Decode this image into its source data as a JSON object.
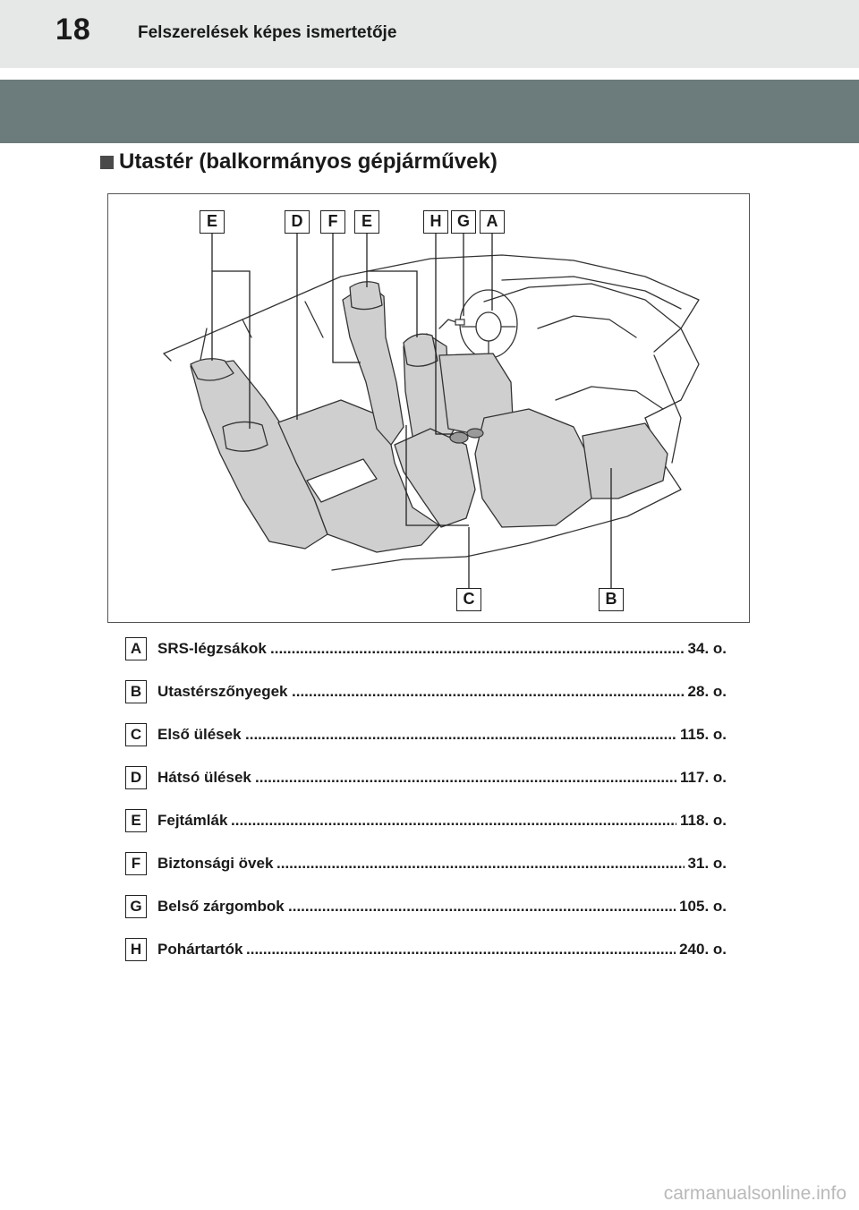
{
  "header": {
    "page_number": "18",
    "running_title": "Felszerelések képes ismertetője"
  },
  "section": {
    "title": "Utastér (balkormányos gépjárművek)"
  },
  "diagram": {
    "callouts_top": [
      "E",
      "D",
      "F",
      "E",
      "H",
      "G",
      "A"
    ],
    "callouts_bottom": [
      "C",
      "B"
    ]
  },
  "items": [
    {
      "letter": "A",
      "label": "SRS-légzsákok",
      "page": "34. o."
    },
    {
      "letter": "B",
      "label": "Utastérszőnyegek",
      "page": "28. o."
    },
    {
      "letter": "C",
      "label": "Első ülések",
      "page": "115. o."
    },
    {
      "letter": "D",
      "label": "Hátsó ülések",
      "page": "117. o."
    },
    {
      "letter": "E",
      "label": "Fejtámlák",
      "page": "118. o."
    },
    {
      "letter": "F",
      "label": "Biztonsági övek",
      "page": "31. o."
    },
    {
      "letter": "G",
      "label": "Belső zárgombok",
      "page": "105. o."
    },
    {
      "letter": "H",
      "label": "Pohártartók",
      "page": "240. o."
    }
  ],
  "watermark": "carmanualsonline.info"
}
